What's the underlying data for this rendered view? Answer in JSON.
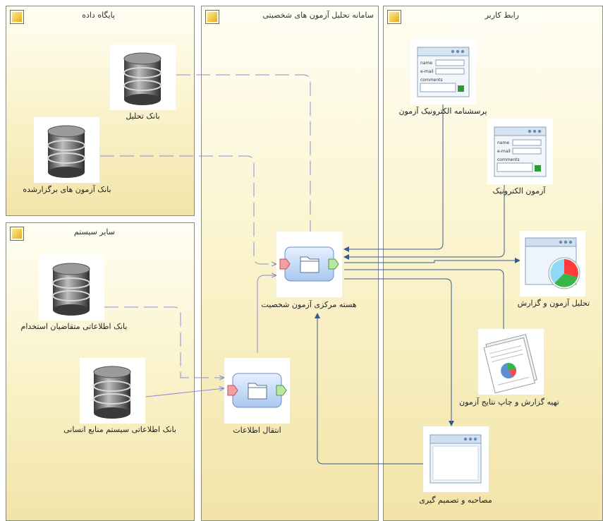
{
  "panels": {
    "database": "پایگاه داده",
    "other_systems": "سایر سیستم",
    "analysis_system": "سامانه تحلیل آزمون های شخصیتی",
    "user_interface": "رابط کاربر"
  },
  "nodes": {
    "analysis_bank": "بانک تحلیل",
    "held_tests_bank": "بانک آزمون های برگزارشده",
    "applicants_info_bank": "بانک اطلاعاتی متقاضیان استخدام",
    "hr_info_bank": "بانک اطلاعاتی سیستم منابع انسانی",
    "core": "هسته مرکزی آزمون شخصیت",
    "data_transfer": "انتقال اطلاعات",
    "e_questionnaire": "پرسشنامه الکترونیک آزمون",
    "e_test": "آزمون الکترونیک",
    "analysis_report": "تحلیل آزمون و گزارش",
    "report_print": "تهیه گزارش و چاپ نتایج آزمون",
    "interview": "مصاحبه و تصمیم گیری"
  },
  "colors": {
    "dashed_link": "#8c8cd8",
    "solid_link": "#3a5a8a",
    "panel_top": "#fffef4",
    "panel_bottom": "#f2e4a8"
  },
  "icons": {
    "database": "database-icon",
    "module": "module-component-icon",
    "form": "web-form-icon",
    "window": "window-icon",
    "chart": "pie-chart-window-icon",
    "report": "report-document-icon"
  }
}
